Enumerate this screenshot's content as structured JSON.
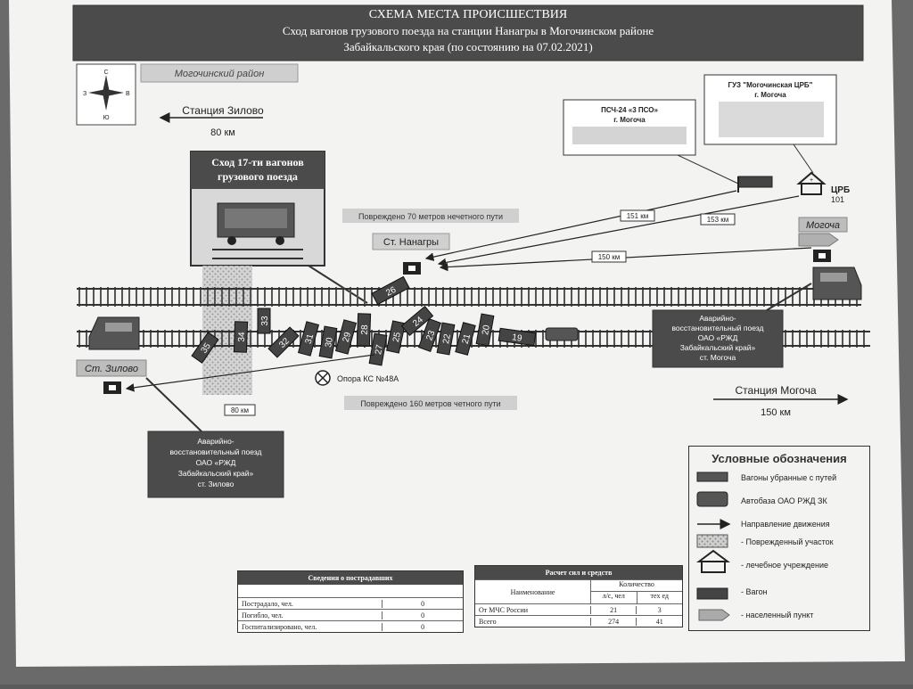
{
  "header": {
    "title": "СХЕМА МЕСТА ПРОИСШЕСТВИЯ",
    "line2": "Сход вагонов грузового поезда на станции Нанагры в Могочинском районе",
    "line3": "Забайкальского края (по состоянию на 07.02.2021)"
  },
  "compass": {
    "n": "С",
    "s": "Ю",
    "w": "З",
    "e": "В"
  },
  "district_label": "Могочинский район",
  "left_station": {
    "name": "Станция Зилово",
    "distance": "80 км"
  },
  "right_station": {
    "name": "Станция Могоча",
    "distance": "150 км"
  },
  "derail_box": {
    "line1": "Сход 17-ти вагонов",
    "line2": "грузового поезда"
  },
  "damage_odd": "Повреждено 70 метров нечетного пути",
  "damage_even": "Повреждено 160 метров четного пути",
  "stations": {
    "nanagry": "Ст. Нанагры",
    "zilovo": "Ст. Зилово",
    "mogocha": "Могоча"
  },
  "psch": {
    "line1": "ПСЧ-24 «3 ПСО»",
    "line2": "г. Могоча"
  },
  "hospital_box": {
    "line1": "ГУЗ \"Могочинская ЦРБ\"",
    "line2": "г. Могоча"
  },
  "crb": {
    "label": "ЦРБ",
    "num": "101"
  },
  "distances": {
    "d151": "151 км",
    "d153": "153 км",
    "d150": "150 км",
    "d80": "80 км"
  },
  "support": "Опора КС №48А",
  "recovery_right": {
    "line1": "Аварийно-",
    "line2": "восстановительный поезд",
    "line3": "ОАО «РЖД",
    "line4": "Забайкальский край»",
    "line5": "ст. Могоча"
  },
  "recovery_left": {
    "line1": "Аварийно-",
    "line2": "восстановительный поезд",
    "line3": "ОАО «РЖД",
    "line4": "Забайкальский край»",
    "line5": "ст. Зилово"
  },
  "wagons": [
    "26",
    "35",
    "34",
    "33",
    "32",
    "31",
    "30",
    "29",
    "28",
    "27",
    "25",
    "24",
    "23",
    "22",
    "21",
    "20",
    "19"
  ],
  "legend": {
    "title": "Условные обозначения",
    "items": [
      "Вагоны убранные с путей",
      "Автобаза ОАО РЖД ЗК",
      "Направление движения",
      "- Поврежденный участок",
      "- лечебное учреждение",
      "- Вагон",
      "- населенный пункт"
    ]
  },
  "victims": {
    "title": "Сведения о пострадавших",
    "rows": [
      {
        "label": "Пострадало, чел.",
        "value": "0"
      },
      {
        "label": "Погибло, чел.",
        "value": "0"
      },
      {
        "label": "Госпитализировано, чел.",
        "value": "0"
      }
    ]
  },
  "forces": {
    "title": "Расчет сил и средств",
    "col_name": "Наименование",
    "col_qty": "Количество",
    "sub1": "л/с, чел",
    "sub2": "тех ед",
    "rows": [
      {
        "name": "От МЧС России",
        "ls": "21",
        "tech": "3"
      },
      {
        "name": "Всего",
        "ls": "274",
        "tech": "41"
      }
    ]
  },
  "colors": {
    "dark": "#4b4b4b",
    "paper": "#f3f3f1",
    "border": "#5a5a5a"
  }
}
